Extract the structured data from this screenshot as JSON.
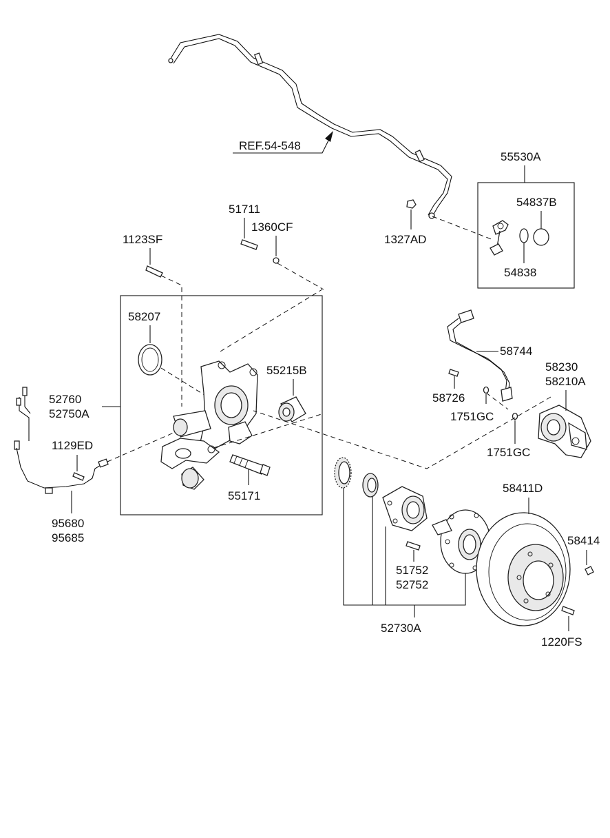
{
  "labels": {
    "ref": "REF.54-548",
    "p55530A": "55530A",
    "p54837B": "54837B",
    "p54838": "54838",
    "p1327AD": "1327AD",
    "p51711": "51711",
    "p1360CF": "1360CF",
    "p1123SF": "1123SF",
    "p58207": "58207",
    "p55215B": "55215B",
    "p52760": "52760",
    "p52750A": "52750A",
    "p1129ED": "1129ED",
    "p55171": "55171",
    "p95680": "95680",
    "p95685": "95685",
    "p58744": "58744",
    "p58726": "58726",
    "p58230": "58230",
    "p58210A": "58210A",
    "p1751GC_a": "1751GC",
    "p1751GC_b": "1751GC",
    "p58411D": "58411D",
    "p58414": "58414",
    "p51752": "51752",
    "p52752": "52752",
    "p52730A": "52730A",
    "p1220FS": "1220FS"
  }
}
